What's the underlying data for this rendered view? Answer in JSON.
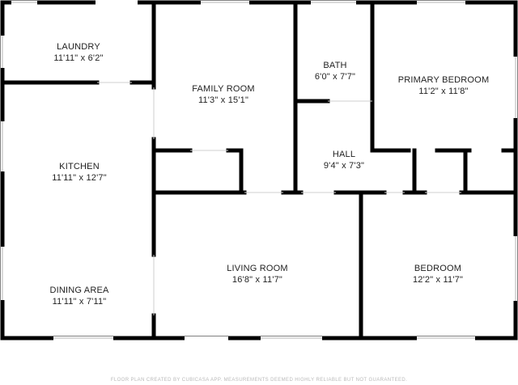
{
  "rooms": {
    "laundry": {
      "name": "LAUNDRY",
      "dims": "11'11\" x 6'2\""
    },
    "family_room": {
      "name": "FAMILY ROOM",
      "dims": "11'3\" x 15'1\""
    },
    "bath": {
      "name": "BATH",
      "dims": "6'0\" x 7'7\""
    },
    "primary_bedroom": {
      "name": "PRIMARY BEDROOM",
      "dims": "11'2\" x 11'8\""
    },
    "kitchen": {
      "name": "KITCHEN",
      "dims": "11'11\" x 12'7\""
    },
    "hall": {
      "name": "HALL",
      "dims": "9'4\" x 7'3\""
    },
    "dining_area": {
      "name": "DINING AREA",
      "dims": "11'11\" x 7'11\""
    },
    "living_room": {
      "name": "LIVING ROOM",
      "dims": "16'8\" x 11'7\""
    },
    "bedroom": {
      "name": "BEDROOM",
      "dims": "12'2\" x 11'7\""
    }
  },
  "footer": "FLOOR PLAN CREATED BY CUBICASA APP. MEASUREMENTS DEEMED HIGHLY RELIABLE BUT NOT GUARANTEED.",
  "colors": {
    "wall": "#000000",
    "window": "#ffffff",
    "window_line": "#b5b5b5",
    "text": "#222222"
  }
}
